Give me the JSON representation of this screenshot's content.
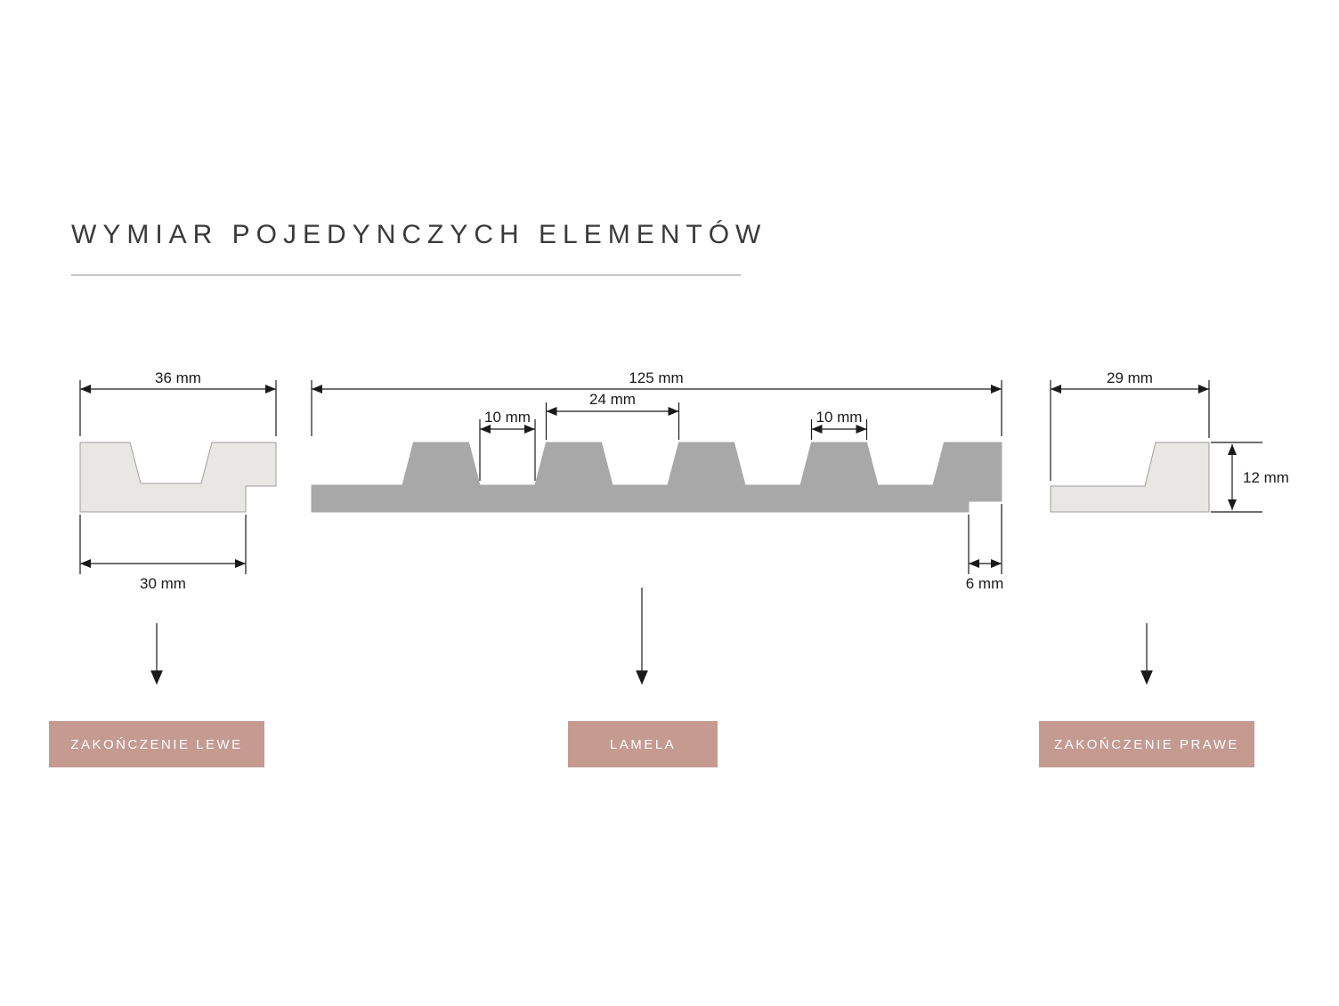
{
  "title": "WYMIAR POJEDYNCZYCH ELEMENTÓW",
  "colors": {
    "background": "#ffffff",
    "title_text": "#3a3a3a",
    "divider": "#c6c6c6",
    "profile_light": "#e8e7e4",
    "profile_light_stroke": "#9e9e9e",
    "profile_dark": "#a8a8a8",
    "dimension": "#1a1a1a",
    "label_bg": "#c49a91",
    "label_text": "#ffffff"
  },
  "diagram": {
    "left_end": {
      "label": "ZAKOŃCZENIE LEWE",
      "top_width": "36 mm",
      "bottom_width": "30 mm"
    },
    "lamela": {
      "label": "LAMELA",
      "total_width": "125 mm",
      "gap_width": "10 mm",
      "pitch": "24 mm",
      "slat_top_width": "10 mm",
      "bottom_step": "6 mm"
    },
    "right_end": {
      "label": "ZAKOŃCZENIE PRAWE",
      "top_width": "29 mm",
      "height": "12 mm"
    }
  }
}
